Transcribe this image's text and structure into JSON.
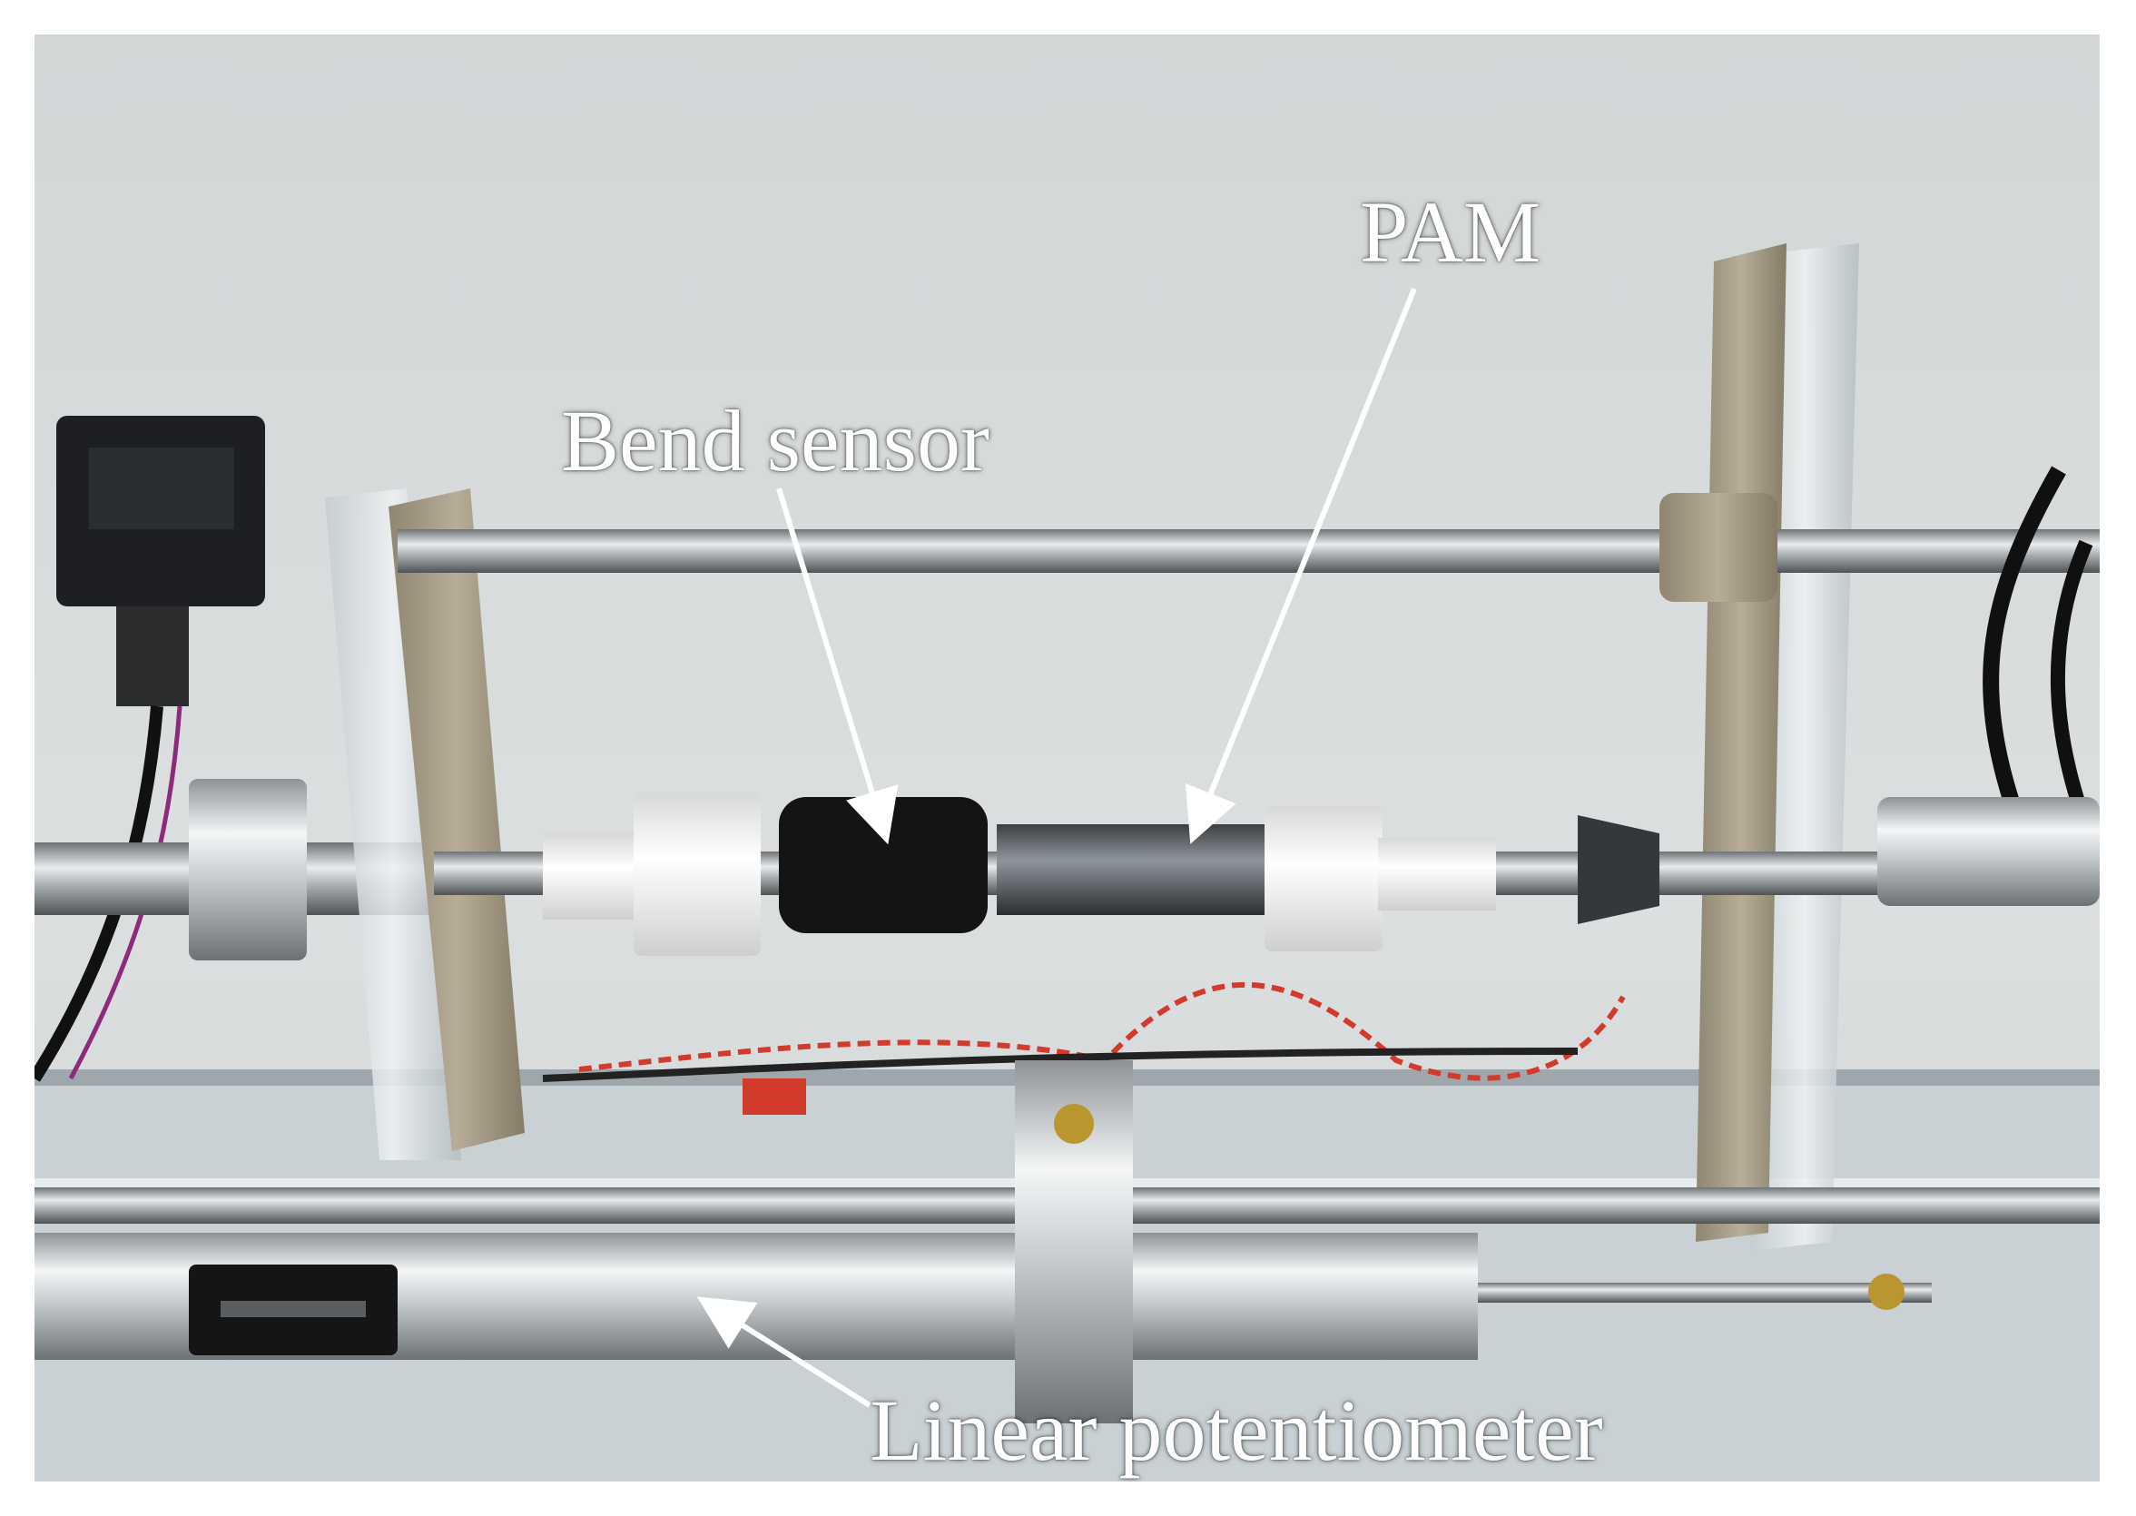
{
  "figure": {
    "callouts": {
      "pam": "PAM",
      "bend_sensor": "Bend sensor",
      "linear_potentiometer": "Linear potentiometer"
    },
    "colors": {
      "background_wall": "#d9dcdc",
      "metal": "#b9bcbe",
      "acrylic": "#c8cfd1",
      "bracket": "#a39a86",
      "sensor_black": "#151515",
      "white_fitting": "#f1f1f1",
      "wire_red": "#d23a2c",
      "brass": "#b9962f",
      "label_text": "#ffffff"
    }
  }
}
